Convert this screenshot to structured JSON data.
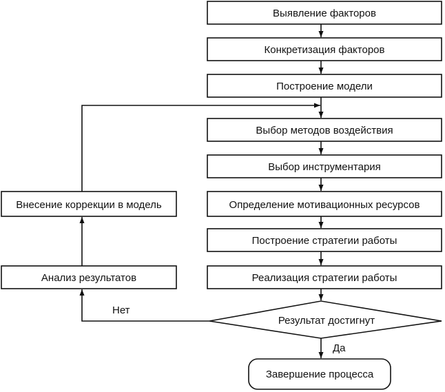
{
  "steps": [
    "Выявление факторов",
    "Конкретизация факторов",
    "Построение модели",
    "Выбор методов воздействия",
    "Выбор инструментария",
    "Определение мотивационных ресурсов",
    "Построение стратегии работы",
    "Реализация стратегии работы"
  ],
  "decision": "Результат достигнут",
  "yes_label": "Да",
  "no_label": "Нет",
  "end": "Завершение процесса",
  "feedback": {
    "analysis": "Анализ результатов",
    "correction": "Внесение коррекции в модель"
  }
}
